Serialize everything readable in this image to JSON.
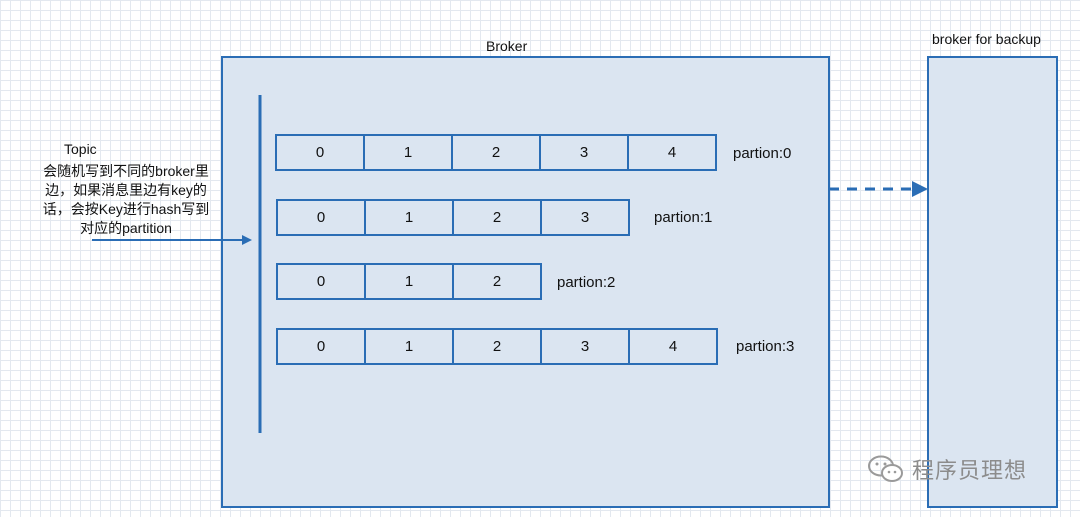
{
  "broker": {
    "title": "Broker"
  },
  "backup": {
    "title": "broker for backup"
  },
  "topic": {
    "title": "Topic",
    "description_lines": [
      "会随机写到不同的broker里",
      "边，如果消息里边有key的",
      "话，会按Key进行hash写到",
      "对应的partition"
    ]
  },
  "partitions": [
    {
      "label": "partion:0",
      "cells": [
        "0",
        "1",
        "2",
        "3",
        "4"
      ]
    },
    {
      "label": "partion:1",
      "cells": [
        "0",
        "1",
        "2",
        "3"
      ]
    },
    {
      "label": "partion:2",
      "cells": [
        "0",
        "1",
        "2"
      ]
    },
    {
      "label": "partion:3",
      "cells": [
        "0",
        "1",
        "2",
        "3",
        "4"
      ]
    }
  ],
  "watermark": {
    "text": "程序员理想",
    "icon": "wechat-icon"
  },
  "colors": {
    "box_fill": "#dbe5f1",
    "stroke": "#2a6db5"
  }
}
